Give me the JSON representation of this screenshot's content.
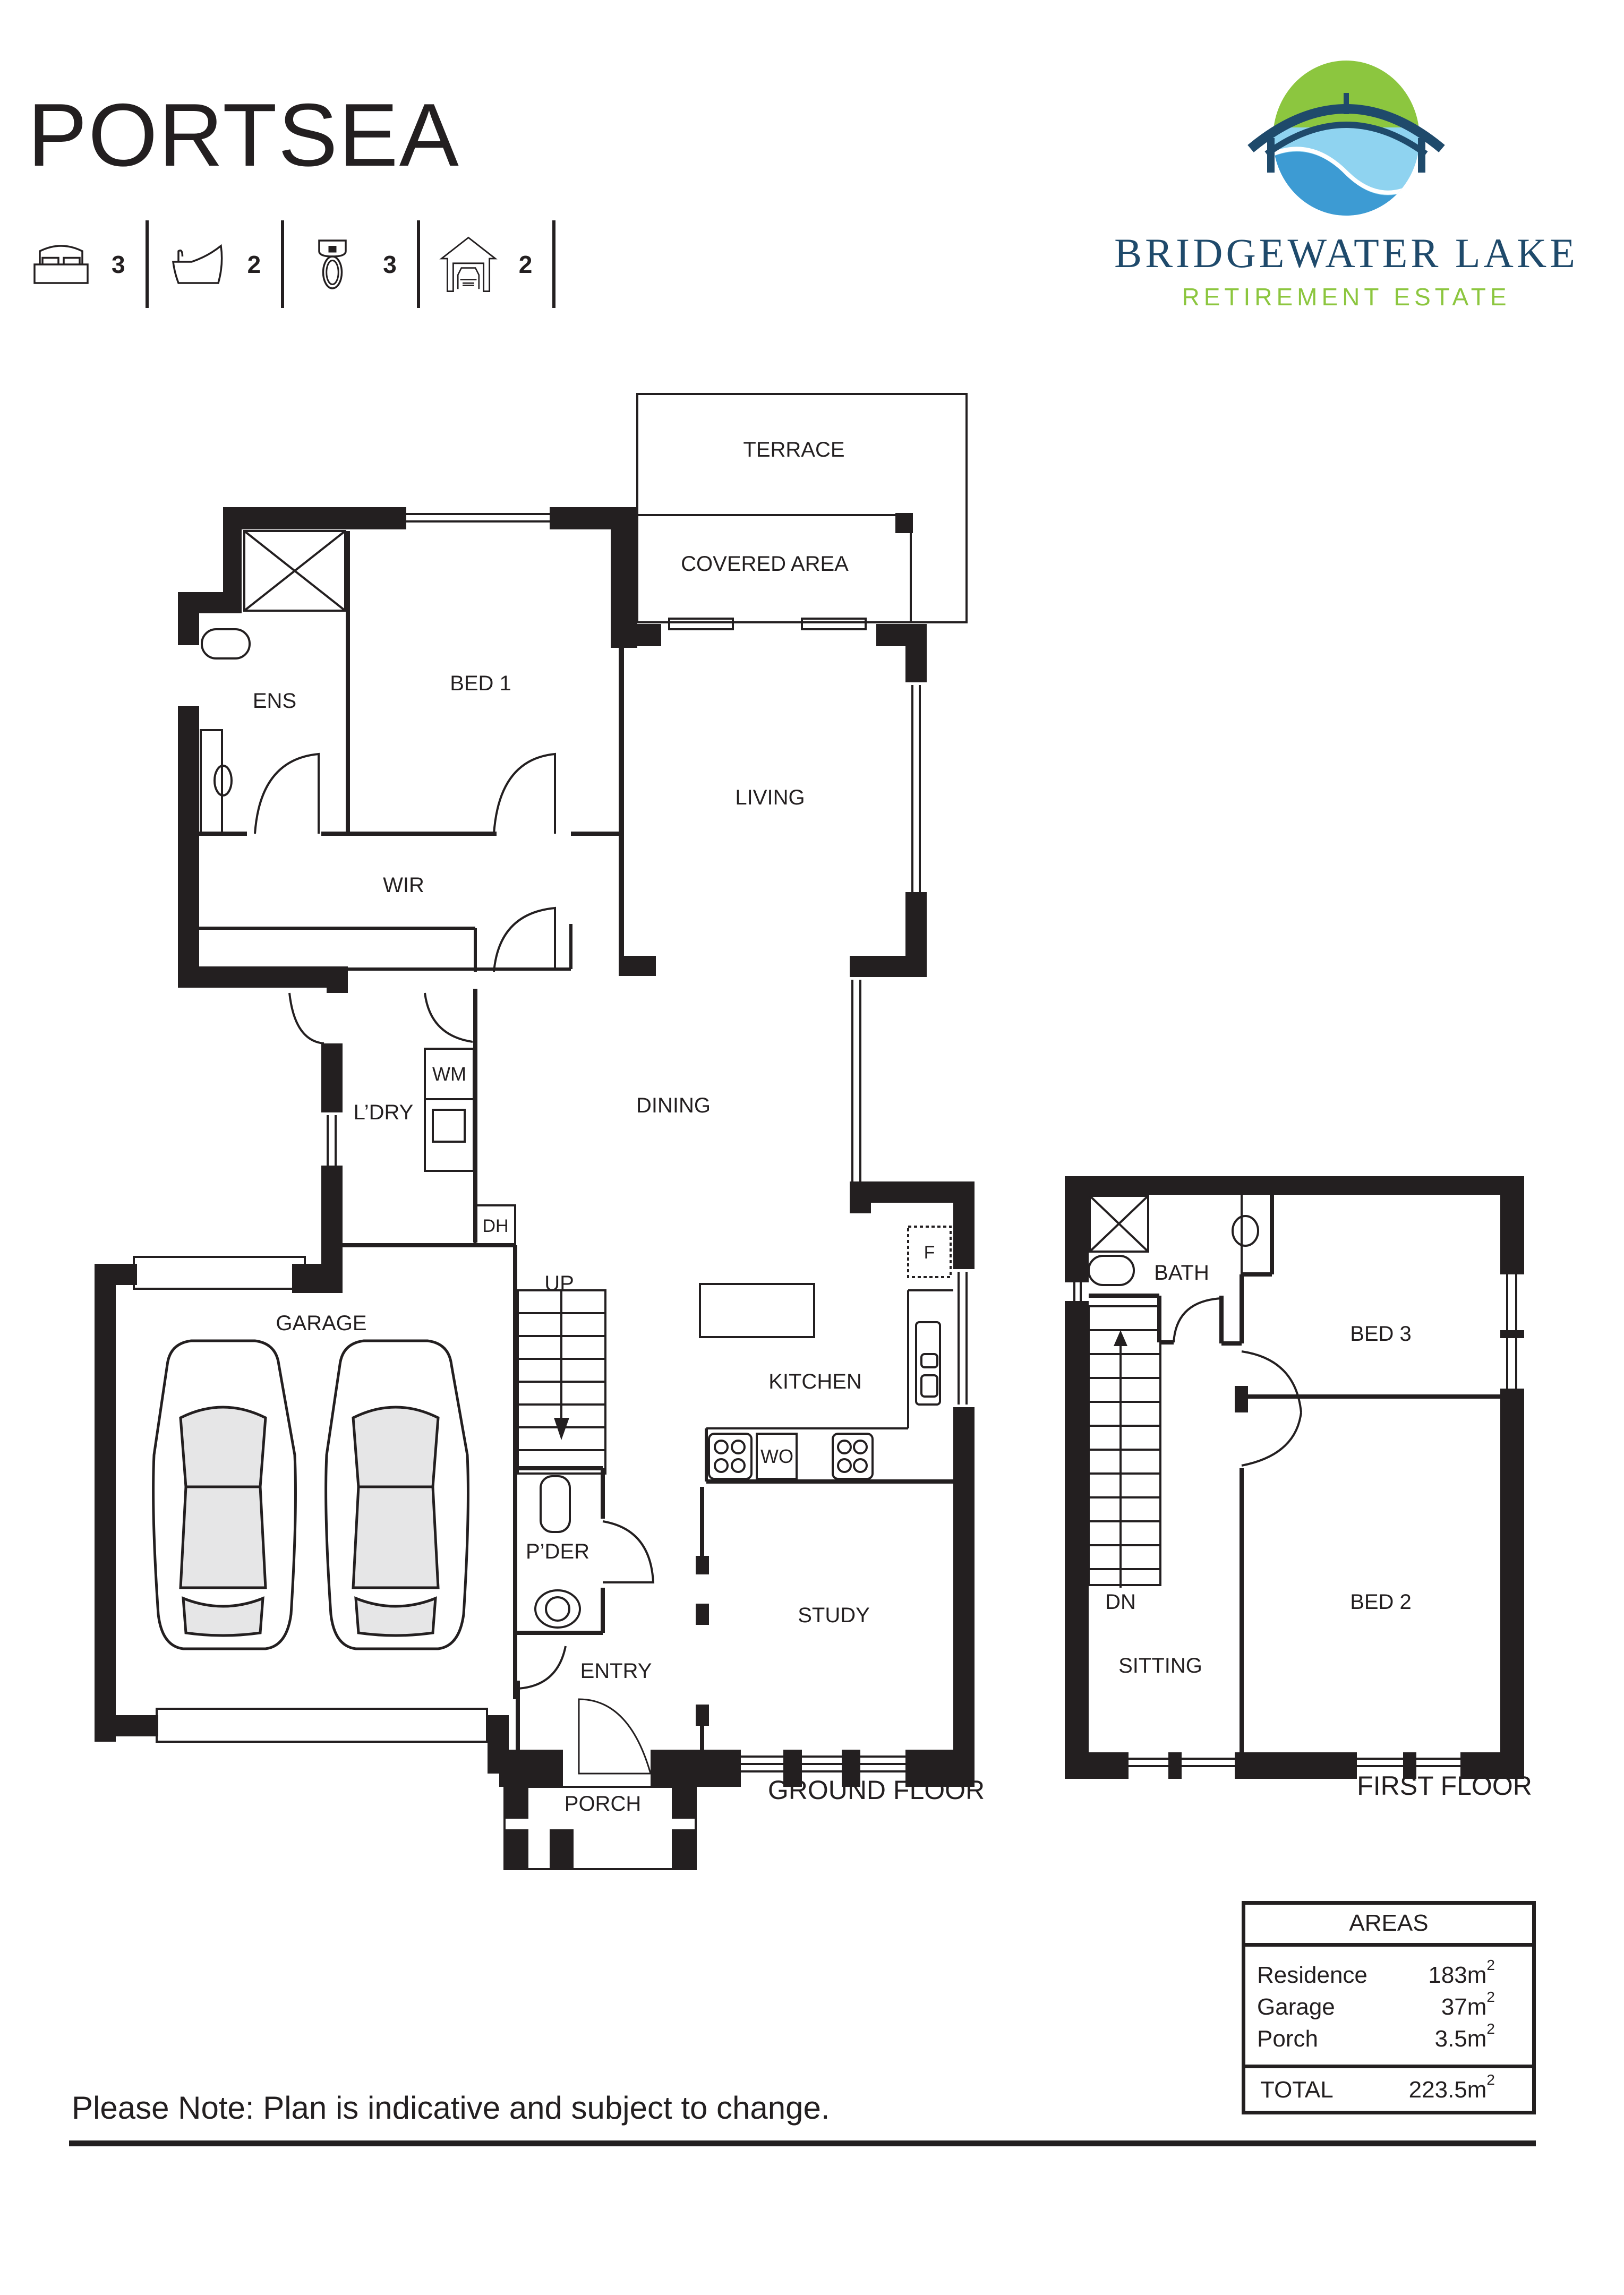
{
  "header": {
    "title": "PORTSEA",
    "features": [
      {
        "icon": "bed-icon",
        "label": "Bedrooms",
        "count": "3"
      },
      {
        "icon": "bathtub-icon",
        "label": "Bathrooms",
        "count": "2"
      },
      {
        "icon": "toilet-icon",
        "label": "Toilets",
        "count": "3"
      },
      {
        "icon": "garage-icon",
        "label": "Car spaces",
        "count": "2"
      }
    ]
  },
  "brand": {
    "name": "BRIDGEWATER LAKE",
    "subtitle": "RETIREMENT ESTATE",
    "colors": {
      "navy": "#1f4a6b",
      "green": "#8cc63f",
      "light_blue": "#8fd3f0",
      "mid_blue": "#3d9bd3"
    }
  },
  "ground_floor": {
    "label": "GROUND FLOOR",
    "rooms": {
      "terrace": "TERRACE",
      "covered_area": "COVERED AREA",
      "bed1": "BED 1",
      "ensuite": "ENS",
      "wir": "WIR",
      "living": "LIVING",
      "dining": "DINING",
      "laundry": "L’DRY",
      "washing_machine": "WM",
      "dryer": "DH",
      "garage": "GARAGE",
      "stairs_up": "UP",
      "kitchen": "KITCHEN",
      "fridge": "F",
      "wall_oven": "WO",
      "powder": "P’DER",
      "study": "STUDY",
      "entry": "ENTRY",
      "porch": "PORCH"
    }
  },
  "first_floor": {
    "label": "FIRST FLOOR",
    "rooms": {
      "bath": "BATH",
      "bed3": "BED 3",
      "bed2": "BED 2",
      "stairs_down": "DN",
      "sitting": "SITTING"
    }
  },
  "areas": {
    "title": "AREAS",
    "unit_sup": "2",
    "rows": [
      {
        "label": "Residence",
        "value": "183m"
      },
      {
        "label": "Garage",
        "value": "37m"
      },
      {
        "label": "Porch",
        "value": "3.5m"
      }
    ],
    "total": {
      "label": "TOTAL",
      "value": "223.5m"
    }
  },
  "footer": {
    "note": "Please Note: Plan is indicative and subject to change."
  }
}
